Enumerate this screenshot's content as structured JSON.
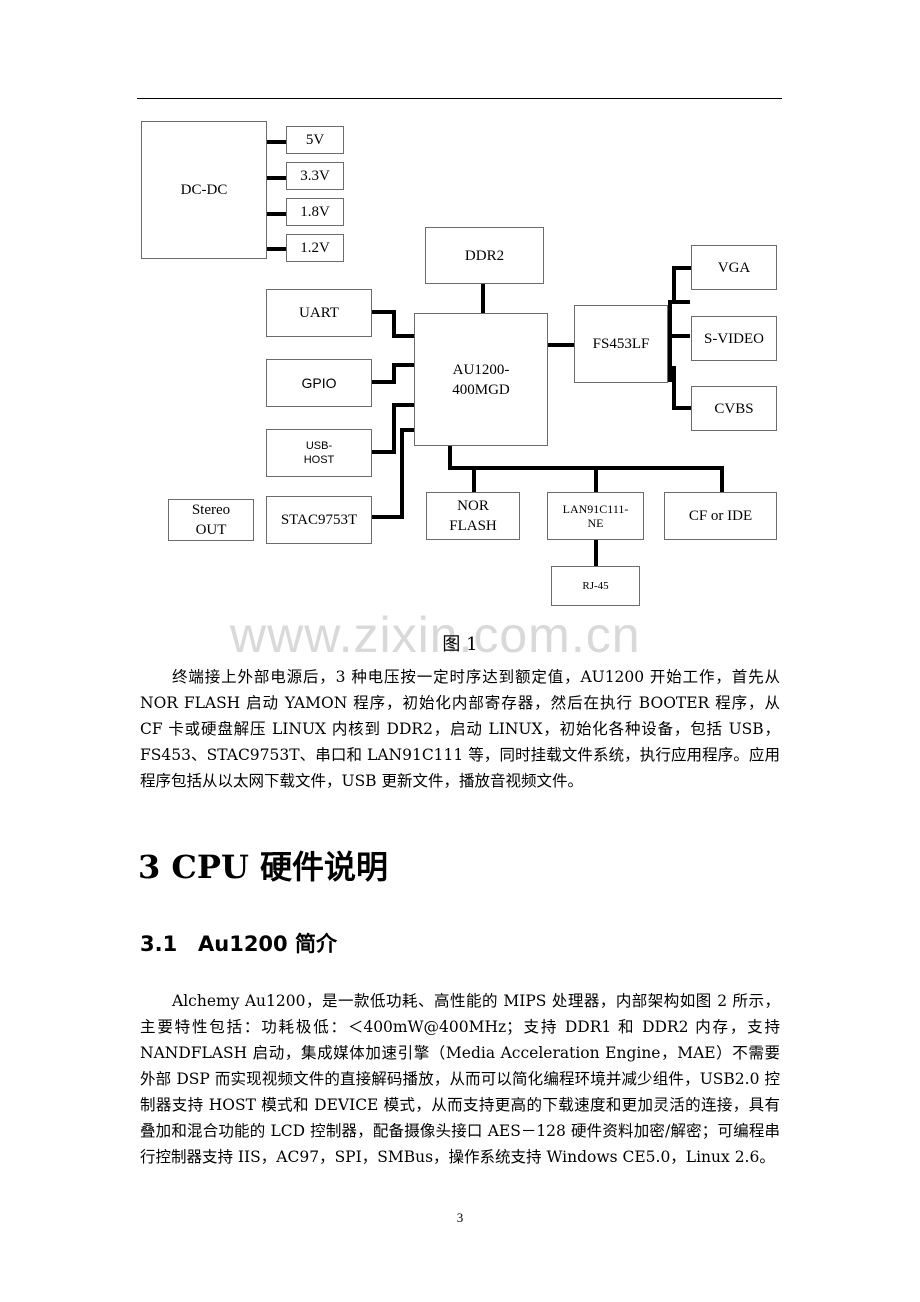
{
  "figure": {
    "blocks": {
      "dcdc": "DC-DC",
      "v5": "5V",
      "v33": "3.3V",
      "v18": "1.8V",
      "v12": "1.2V",
      "ddr2": "DDR2",
      "uart": "UART",
      "gpio": "GPIO",
      "usbhost": "USB-\nHOST",
      "cpu": "AU1200-\n400MGD",
      "fs453": "FS453LF",
      "vga": "VGA",
      "svideo": "S-VIDEO",
      "cvbs": "CVBS",
      "stereo": "Stereo\nOUT",
      "stac": "STAC9753T",
      "norflash": "NOR\nFLASH",
      "lan": "LAN91C111-\nNE",
      "cfide": "CF or IDE",
      "rj45": "RJ-45"
    },
    "caption": "图 1"
  },
  "watermark": "www.zixin.com.cn",
  "paragraph1": "终端接上外部电源后，3 种电压按一定时序达到额定值，AU1200 开始工作，首先从 NOR FLASH 启动 YAMON 程序，初始化内部寄存器，然后在执行 BOOTER 程序，从 CF 卡或硬盘解压 LINUX 内核到 DDR2，启动 LINUX，初始化各种设备，包括 USB，FS453、STAC9753T、串口和 LAN91C111 等，同时挂载文件系统，执行应用程序。应用程序包括从以太网下载文件，USB 更新文件，播放音视频文件。",
  "heading1": "3 CPU 硬件说明",
  "heading2": {
    "number": "3.1",
    "title": "Au1200 简介"
  },
  "paragraph2": "Alchemy Au1200，是一款低功耗、高性能的 MIPS 处理器，内部架构如图 2 所示，主要特性包括：功耗极低：＜400mW@400MHz；支持 DDR1 和 DDR2 内存，支持 NANDFLASH 启动，集成媒体加速引擎（Media Acceleration Engine，MAE）不需要外部 DSP 而实现视频文件的直接解码播放，从而可以简化编程环境并减少组件，USB2.0 控制器支持 HOST 模式和 DEVICE 模式，从而支持更高的下载速度和更加灵活的连接，具有叠加和混合功能的 LCD 控制器，配备摄像头接口 AES－128 硬件资料加密/解密；可编程串行控制器支持 IIS，AC97，SPI，SMBus，操作系统支持 Windows CE5.0，Linux 2.6。",
  "page_number": "3"
}
